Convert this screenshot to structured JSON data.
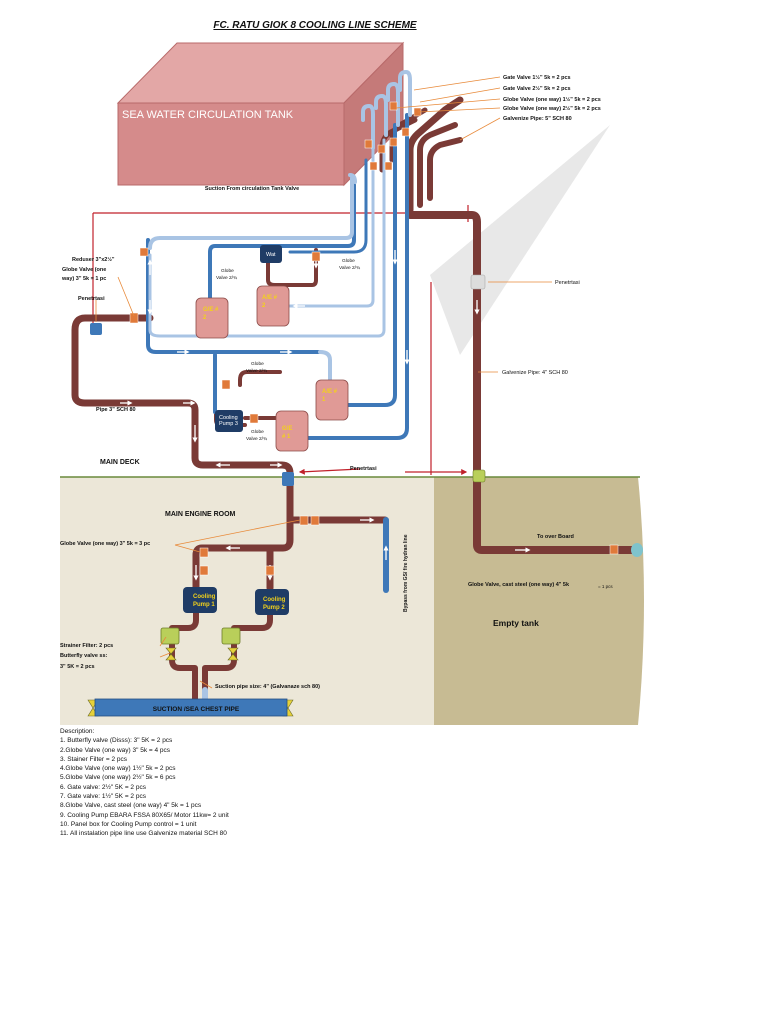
{
  "title": "FC. RATU GIOK 8  COOLING LINE SCHEME",
  "tank_label": "SEA WATER CIRCULATION TANK",
  "suction_tank_valve": "Suction From circulation Tank Valve",
  "callouts": {
    "gate_valve_1": "Gate Valve 1½\" 5k = 2 pcs",
    "gate_valve_2": "Gate Valve 2½\" 5k = 2 pcs",
    "globe_valve_1": "Globe Valve (one way)  1½\" 5k = 2 pcs",
    "globe_valve_2": "Globe Valve (one way)  2½\" 5k = 2 pcs",
    "galvanize_pipe_5": "Galvenize Pipe:  5\"  SCH 80",
    "reduser": "Reduser 3\"x2½\"",
    "globe_valve_left": "Globe Valve (one\nway)  3\" 5k = 1 pc",
    "penetrasi_left": "Penetrtasi",
    "penetrasi_right": "Penetrtasi",
    "penetrasi_deck": "Penetrtasi",
    "galvanize_pipe_4": "Galvenize Pipe: 4\"  SCH 80",
    "pipe_3": "Pipe 3\" SCH 80",
    "globe_valve_a": "Globe\nValve 2/¾",
    "globe_valve_b": "Globe\nValve 2/¾",
    "globe_valve_c": "Globe\nValve 2/¾",
    "globe_valve_d": "Globe\nValve 2/¾",
    "globe_valve_3": "Globe Valve (one way)  3\" 5k = 3 pc",
    "strainer": "Strainer Filter: 2 pcs",
    "butterfly": "Butterfly valve ss:",
    "butterfly_qty": "3\" 5K = 2 pcs",
    "suction_pipe": "Suction pipe size: 4\" (Galvanaze sch 80)",
    "to_overboard": "To over Board",
    "globe_cast": "Globe Valve, cast steel (one way)  4\" 5k",
    "globe_cast_qty": "= 1 pcs",
    "bypass": "Bypass from GS/ fire hydran line"
  },
  "areas": {
    "main_deck": "MAIN DECK",
    "engine_room": "MAIN ENGINE ROOM",
    "empty_tank": "Empty tank",
    "sea_chest": "SUCTION /SEA CHEST PIPE"
  },
  "equipment": {
    "ge2": "G/E\n2",
    "ae2": "A/E #\n2",
    "ae1": "A/E #\n1",
    "ge1": "G/E\n# 1",
    "pump_top": "Wat",
    "pump_small": "Cooling\nPump 3",
    "pump1": "Cooling\nPump 1",
    "pump2": "Cooling\nPump 2"
  },
  "description": {
    "heading": "Description:",
    "items": [
      "1. Butterfly valve (Disss): 3\" 5K = 2 pcs",
      "2.Globe Valve (one way) 3\" 5k = 4 pcs",
      "3. Stainer Filter = 2 pcs",
      "4.Globe Valve (one way) 1½\" 5k = 2 pcs",
      "5.Globe Valve (one way) 2½\" 5k = 6 pcs",
      "6. Gate valve: 2½\" 5K = 2 pcs",
      "7. Gate valve: 1½\" 5K = 2 pcs",
      "8.Globe Valve, cast steel (one way) 4\" 5k = 1 pcs",
      "9. Cooling Pump EBARA FSSA 80X65/ Motor 11kw= 2 unit",
      "10. Panel box for Cooling Pump control = 1 unit",
      "11. All instalation pipe line use Galvenize material SCH 80"
    ]
  },
  "colors": {
    "brown_pipe": "#7a3a36",
    "blue_pipe": "#3e78b8",
    "light_blue_pipe": "#a9c4e4",
    "tank": "#d58b8b",
    "engine": "#e09a96",
    "pump": "#1f3c66",
    "engine_room_bg": "#ece7d8",
    "empty_tank_bg": "#c7bb93",
    "deck_line": "#6a8a3c",
    "valve_orange": "#e07a3a",
    "callout_line": "#e88a3a",
    "red_line": "#c0202a"
  }
}
